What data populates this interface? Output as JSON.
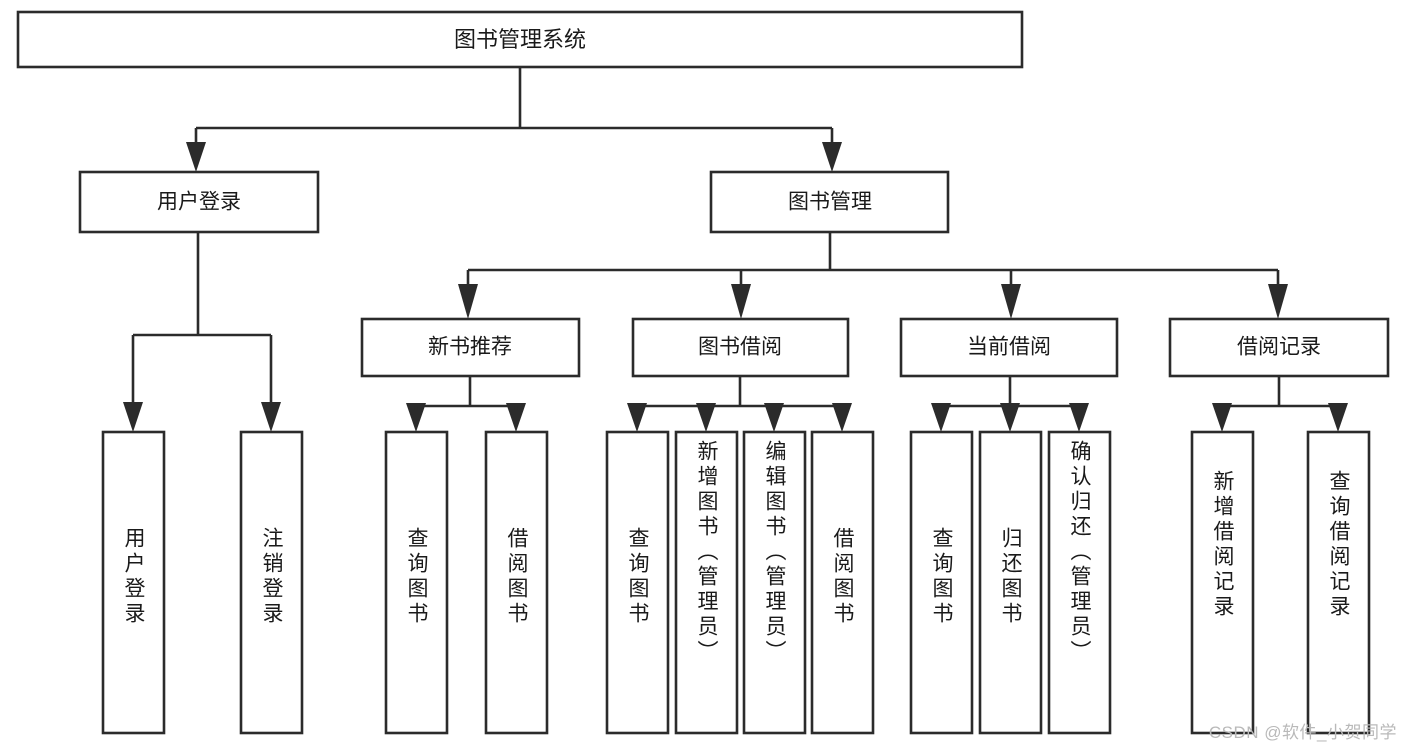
{
  "diagram": {
    "type": "hierarchy-tree",
    "title": "图书管理系统",
    "orientation": "top-down",
    "levels": 4,
    "root": {
      "id": "root",
      "label": "图书管理系统"
    },
    "level2": [
      {
        "id": "user-login",
        "label": "用户登录"
      },
      {
        "id": "book-manage",
        "label": "图书管理"
      }
    ],
    "level3": [
      {
        "id": "new-book-recommend",
        "label": "新书推荐",
        "parent": "book-manage"
      },
      {
        "id": "book-borrow",
        "label": "图书借阅",
        "parent": "book-manage"
      },
      {
        "id": "current-borrow",
        "label": "当前借阅",
        "parent": "book-manage"
      },
      {
        "id": "borrow-record",
        "label": "借阅记录",
        "parent": "book-manage"
      }
    ],
    "leaves": [
      {
        "id": "leaf-user-login",
        "label": "用户登录",
        "parent": "user-login"
      },
      {
        "id": "leaf-logout-login",
        "label": "注销登录",
        "parent": "user-login"
      },
      {
        "id": "leaf-query-book-1",
        "label": "查询图书",
        "parent": "new-book-recommend"
      },
      {
        "id": "leaf-borrow-book-1",
        "label": "借阅图书",
        "parent": "new-book-recommend"
      },
      {
        "id": "leaf-query-book-2",
        "label": "查询图书",
        "parent": "book-borrow"
      },
      {
        "id": "leaf-add-book",
        "label": "新增图书（管理员）",
        "parent": "book-borrow"
      },
      {
        "id": "leaf-edit-book",
        "label": "编辑图书（管理员）",
        "parent": "book-borrow"
      },
      {
        "id": "leaf-borrow-book-2",
        "label": "借阅图书",
        "parent": "book-borrow"
      },
      {
        "id": "leaf-query-book-3",
        "label": "查询图书",
        "parent": "current-borrow"
      },
      {
        "id": "leaf-return-book",
        "label": "归还图书",
        "parent": "current-borrow"
      },
      {
        "id": "leaf-confirm-return",
        "label": "确认归还（管理员）",
        "parent": "current-borrow"
      },
      {
        "id": "leaf-add-record",
        "label": "新增借阅记录",
        "parent": "borrow-record"
      },
      {
        "id": "leaf-query-record",
        "label": "查询借阅记录",
        "parent": "borrow-record"
      }
    ],
    "colors": {
      "box_fill": "#ffffff",
      "box_stroke": "#2b2b2b",
      "text": "#1a1a1a",
      "background": "#ffffff",
      "watermark": "#b9b9b9"
    }
  },
  "watermark": {
    "text": "CSDN @软件_小贺同学"
  }
}
